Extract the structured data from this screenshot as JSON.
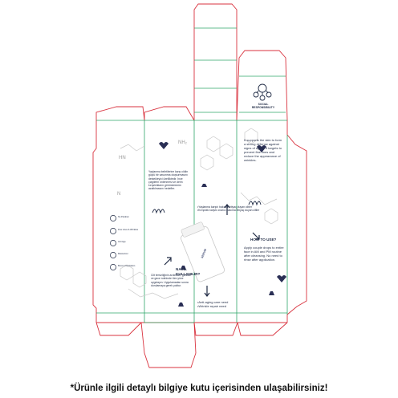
{
  "colors": {
    "cut_line": "#d9333f",
    "fold_line": "#2fa66a",
    "ink": "#1f2a44",
    "molecule": "#c8c8c8"
  },
  "social_responsibility_label": "SOCIAL RESPONSIBILITY",
  "tr_panel": {
    "intro": "Yaşlanma belirtilerine karşı cildin güçlü bir savunma oluşturmasını destekleyici özelliktedir. İnce çizgilerin önlenmesi ve derin kırışıklıkların görünümünün azaltılmasını hedefler.",
    "how_title": "NASIL KULLANILIR?",
    "how_text": "Cilt temizliğinin ardından, gündüz ve gece rutininde tüm yüze uygulayın. Uygulamadan sonra durulamaya gerek yoktur."
  },
  "icons": [
    {
      "name": "no-paraben-icon",
      "label": "No Paraben"
    },
    {
      "name": "fine-lines-icon",
      "label": "Fine Lines & Wrinkles"
    },
    {
      "name": "anti-age-icon",
      "label": "Anti Age"
    },
    {
      "name": "moisturizer-icon",
      "label": "Moisturizer"
    },
    {
      "name": "hydration-icon",
      "label": "Boost of Hydration"
    }
  ],
  "center_panel": {
    "need_tr": [
      "•Yaşlanma karşıtı bakıma ihtiyaç duyan ciltler",
      "•Kırışıklık karşıtı onarıcı bakıma ihtiyaç duyan ciltler"
    ],
    "need_en": [
      "•Anti-aging care need",
      "•Wrinkle repair need"
    ],
    "product_label": "SERUM"
  },
  "en_panel": {
    "intro": "It supports the skin to form a strong defense against signs of aging. It targets to prevent fine lines and reduce the appearance of wrinkles.",
    "how_title": "HOW TO USE?",
    "how_text": "Apply couple drops to entire face in AM and PM routine after cleansing. No need to rinse after application."
  },
  "footer_note": "*Ürünle ilgili detaylı bilgiye kutu içerisinden ulaşabilirsiniz!"
}
